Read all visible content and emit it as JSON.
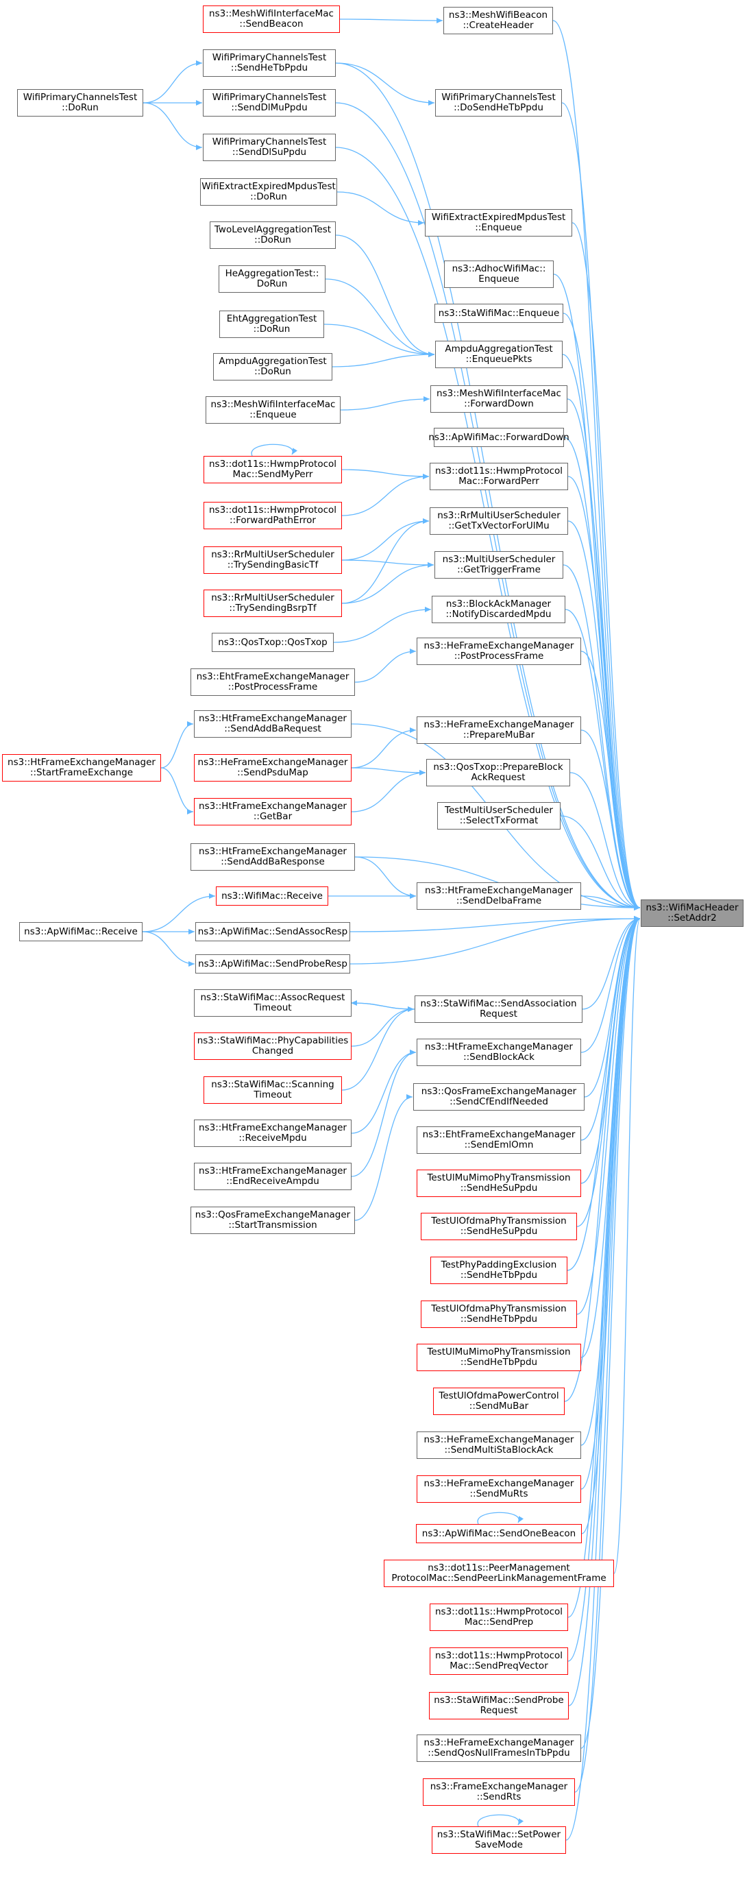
{
  "root": {
    "id": "root",
    "lines": [
      "ns3::WifiMacHeader",
      "::SetAddr2"
    ]
  },
  "nodes": [
    {
      "id": "n1",
      "lines": [
        "ns3::MeshWifiInterfaceMac",
        "::SendBeacon"
      ],
      "red": true
    },
    {
      "id": "n2",
      "lines": [
        "ns3::MeshWifiBeacon",
        "::CreateHeader"
      ],
      "red": false
    },
    {
      "id": "n3",
      "lines": [
        "WifiPrimaryChannelsTest",
        "::SendHeTbPpdu"
      ],
      "red": false
    },
    {
      "id": "n4",
      "lines": [
        "WifiPrimaryChannelsTest",
        "::DoSendHeTbPpdu"
      ],
      "red": false
    },
    {
      "id": "n5",
      "lines": [
        "WifiPrimaryChannelsTest",
        "::DoRun"
      ],
      "red": false
    },
    {
      "id": "n6",
      "lines": [
        "WifiPrimaryChannelsTest",
        "::SendDlMuPpdu"
      ],
      "red": false
    },
    {
      "id": "n7",
      "lines": [
        "WifiPrimaryChannelsTest",
        "::SendDlSuPpdu"
      ],
      "red": false
    },
    {
      "id": "n8",
      "lines": [
        "WifiExtractExpiredMpdusTest",
        "::DoRun"
      ],
      "red": false
    },
    {
      "id": "n9",
      "lines": [
        "WifiExtractExpiredMpdusTest",
        "::Enqueue"
      ],
      "red": false
    },
    {
      "id": "n10",
      "lines": [
        "TwoLevelAggregationTest",
        "::DoRun"
      ],
      "red": false
    },
    {
      "id": "n11",
      "lines": [
        "ns3::AdhocWifiMac::",
        "Enqueue"
      ],
      "red": false
    },
    {
      "id": "n12",
      "lines": [
        "HeAggregationTest::",
        "DoRun"
      ],
      "red": false
    },
    {
      "id": "n13",
      "lines": [
        "ns3::StaWifiMac::Enqueue"
      ],
      "red": false
    },
    {
      "id": "n14",
      "lines": [
        "EhtAggregationTest",
        "::DoRun"
      ],
      "red": false
    },
    {
      "id": "n15",
      "lines": [
        "AmpduAggregationTest",
        "::EnqueuePkts"
      ],
      "red": false
    },
    {
      "id": "n16",
      "lines": [
        "AmpduAggregationTest",
        "::DoRun"
      ],
      "red": false
    },
    {
      "id": "n17",
      "lines": [
        "ns3::MeshWifiInterfaceMac",
        "::Enqueue"
      ],
      "red": false
    },
    {
      "id": "n18",
      "lines": [
        "ns3::MeshWifiInterfaceMac",
        "::ForwardDown"
      ],
      "red": false
    },
    {
      "id": "n19",
      "lines": [
        "ns3::ApWifiMac::ForwardDown"
      ],
      "red": false
    },
    {
      "id": "n20",
      "lines": [
        "ns3::dot11s::HwmpProtocol",
        "Mac::SendMyPerr"
      ],
      "red": true
    },
    {
      "id": "n21",
      "lines": [
        "ns3::dot11s::HwmpProtocol",
        "Mac::ForwardPerr"
      ],
      "red": false
    },
    {
      "id": "n22",
      "lines": [
        "ns3::dot11s::HwmpProtocol",
        "::ForwardPathError"
      ],
      "red": true
    },
    {
      "id": "n23",
      "lines": [
        "ns3::RrMultiUserScheduler",
        "::GetTxVectorForUlMu"
      ],
      "red": false
    },
    {
      "id": "n24",
      "lines": [
        "ns3::RrMultiUserScheduler",
        "::TrySendingBasicTf"
      ],
      "red": true
    },
    {
      "id": "n25",
      "lines": [
        "ns3::MultiUserScheduler",
        "::GetTriggerFrame"
      ],
      "red": false
    },
    {
      "id": "n26",
      "lines": [
        "ns3::RrMultiUserScheduler",
        "::TrySendingBsrpTf"
      ],
      "red": true
    },
    {
      "id": "n27",
      "lines": [
        "ns3::BlockAckManager",
        "::NotifyDiscardedMpdu"
      ],
      "red": false
    },
    {
      "id": "n28",
      "lines": [
        "ns3::QosTxop::QosTxop"
      ],
      "red": false
    },
    {
      "id": "n29",
      "lines": [
        "ns3::HeFrameExchangeManager",
        "::PostProcessFrame"
      ],
      "red": false
    },
    {
      "id": "n30",
      "lines": [
        "ns3::EhtFrameExchangeManager",
        "::PostProcessFrame"
      ],
      "red": false
    },
    {
      "id": "n31",
      "lines": [
        "ns3::HtFrameExchangeManager",
        "::SendAddBaRequest"
      ],
      "red": false
    },
    {
      "id": "n32",
      "lines": [
        "ns3::HeFrameExchangeManager",
        "::PrepareMuBar"
      ],
      "red": false
    },
    {
      "id": "n33",
      "lines": [
        "ns3::HtFrameExchangeManager",
        "::StartFrameExchange"
      ],
      "red": true
    },
    {
      "id": "n34",
      "lines": [
        "ns3::HeFrameExchangeManager",
        "::SendPsduMap"
      ],
      "red": true
    },
    {
      "id": "n35",
      "lines": [
        "ns3::QosTxop::PrepareBlock",
        "AckRequest"
      ],
      "red": false
    },
    {
      "id": "n36",
      "lines": [
        "ns3::HtFrameExchangeManager",
        "::GetBar"
      ],
      "red": true
    },
    {
      "id": "n37",
      "lines": [
        "TestMultiUserScheduler",
        "::SelectTxFormat"
      ],
      "red": false
    },
    {
      "id": "n38",
      "lines": [
        "ns3::HtFrameExchangeManager",
        "::SendAddBaResponse"
      ],
      "red": false
    },
    {
      "id": "n39",
      "lines": [
        "ns3::WifiMac::Receive"
      ],
      "red": true
    },
    {
      "id": "n40",
      "lines": [
        "ns3::HtFrameExchangeManager",
        "::SendDelbaFrame"
      ],
      "red": false
    },
    {
      "id": "n41",
      "lines": [
        "ns3::ApWifiMac::Receive"
      ],
      "red": false
    },
    {
      "id": "n42",
      "lines": [
        "ns3::ApWifiMac::SendAssocResp"
      ],
      "red": false
    },
    {
      "id": "n43",
      "lines": [
        "ns3::ApWifiMac::SendProbeResp"
      ],
      "red": false
    },
    {
      "id": "n44",
      "lines": [
        "ns3::StaWifiMac::AssocRequest",
        "Timeout"
      ],
      "red": false
    },
    {
      "id": "n45",
      "lines": [
        "ns3::StaWifiMac::SendAssociation",
        "Request"
      ],
      "red": false
    },
    {
      "id": "n46",
      "lines": [
        "ns3::StaWifiMac::PhyCapabilities",
        "Changed"
      ],
      "red": true
    },
    {
      "id": "n47",
      "lines": [
        "ns3::HtFrameExchangeManager",
        "::SendBlockAck"
      ],
      "red": false
    },
    {
      "id": "n48",
      "lines": [
        "ns3::StaWifiMac::Scanning",
        "Timeout"
      ],
      "red": true
    },
    {
      "id": "n49",
      "lines": [
        "ns3::QosFrameExchangeManager",
        "::SendCfEndIfNeeded"
      ],
      "red": false
    },
    {
      "id": "n50",
      "lines": [
        "ns3::HtFrameExchangeManager",
        "::ReceiveMpdu"
      ],
      "red": false
    },
    {
      "id": "n51",
      "lines": [
        "ns3::EhtFrameExchangeManager",
        "::SendEmlOmn"
      ],
      "red": false
    },
    {
      "id": "n52",
      "lines": [
        "ns3::HtFrameExchangeManager",
        "::EndReceiveAmpdu"
      ],
      "red": false
    },
    {
      "id": "n53",
      "lines": [
        "TestUlMuMimoPhyTransmission",
        "::SendHeSuPpdu"
      ],
      "red": true
    },
    {
      "id": "n54",
      "lines": [
        "ns3::QosFrameExchangeManager",
        "::StartTransmission"
      ],
      "red": false
    },
    {
      "id": "n55",
      "lines": [
        "TestUlOfdmaPhyTransmission",
        "::SendHeSuPpdu"
      ],
      "red": true
    },
    {
      "id": "n56",
      "lines": [
        "TestPhyPaddingExclusion",
        "::SendHeTbPpdu"
      ],
      "red": true
    },
    {
      "id": "n57",
      "lines": [
        "TestUlOfdmaPhyTransmission",
        "::SendHeTbPpdu"
      ],
      "red": true
    },
    {
      "id": "n58",
      "lines": [
        "TestUlMuMimoPhyTransmission",
        "::SendHeTbPpdu"
      ],
      "red": true
    },
    {
      "id": "n59",
      "lines": [
        "TestUlOfdmaPowerControl",
        "::SendMuBar"
      ],
      "red": true
    },
    {
      "id": "n60",
      "lines": [
        "ns3::HeFrameExchangeManager",
        "::SendMultiStaBlockAck"
      ],
      "red": false
    },
    {
      "id": "n61",
      "lines": [
        "ns3::HeFrameExchangeManager",
        "::SendMuRts"
      ],
      "red": true
    },
    {
      "id": "n62",
      "lines": [
        "ns3::ApWifiMac::SendOneBeacon"
      ],
      "red": true
    },
    {
      "id": "n63",
      "lines": [
        "ns3::dot11s::PeerManagement",
        "ProtocolMac::SendPeerLinkManagementFrame"
      ],
      "red": true
    },
    {
      "id": "n64",
      "lines": [
        "ns3::dot11s::HwmpProtocol",
        "Mac::SendPrep"
      ],
      "red": true
    },
    {
      "id": "n65",
      "lines": [
        "ns3::dot11s::HwmpProtocol",
        "Mac::SendPreqVector"
      ],
      "red": true
    },
    {
      "id": "n66",
      "lines": [
        "ns3::StaWifiMac::SendProbe",
        "Request"
      ],
      "red": true
    },
    {
      "id": "n67",
      "lines": [
        "ns3::HeFrameExchangeManager",
        "::SendQosNullFramesInTbPpdu"
      ],
      "red": false
    },
    {
      "id": "n68",
      "lines": [
        "ns3::FrameExchangeManager",
        "::SendRts"
      ],
      "red": true
    },
    {
      "id": "n69",
      "lines": [
        "ns3::StaWifiMac::SetPower",
        "SaveMode"
      ],
      "red": true
    }
  ],
  "edges": [
    [
      "n1",
      "n2"
    ],
    [
      "n2",
      "root"
    ],
    [
      "n5",
      "n3"
    ],
    [
      "n5",
      "n6"
    ],
    [
      "n5",
      "n7"
    ],
    [
      "n3",
      "n4"
    ],
    [
      "n3",
      "root"
    ],
    [
      "n4",
      "root"
    ],
    [
      "n6",
      "root"
    ],
    [
      "n7",
      "root"
    ],
    [
      "n8",
      "n9"
    ],
    [
      "n9",
      "root"
    ],
    [
      "n10",
      "n15"
    ],
    [
      "n12",
      "n15"
    ],
    [
      "n14",
      "n15"
    ],
    [
      "n16",
      "n15"
    ],
    [
      "n11",
      "root"
    ],
    [
      "n13",
      "root"
    ],
    [
      "n15",
      "root"
    ],
    [
      "n17",
      "n18"
    ],
    [
      "n18",
      "root"
    ],
    [
      "n19",
      "root"
    ],
    [
      "n20",
      "n20"
    ],
    [
      "n20",
      "n21"
    ],
    [
      "n22",
      "n21"
    ],
    [
      "n21",
      "root"
    ],
    [
      "n24",
      "n23"
    ],
    [
      "n26",
      "n23"
    ],
    [
      "n24",
      "n25"
    ],
    [
      "n26",
      "n25"
    ],
    [
      "n23",
      "root"
    ],
    [
      "n25",
      "root"
    ],
    [
      "n28",
      "n27"
    ],
    [
      "n27",
      "root"
    ],
    [
      "n30",
      "n29"
    ],
    [
      "n29",
      "root"
    ],
    [
      "n31",
      "root"
    ],
    [
      "n33",
      "n31"
    ],
    [
      "n33",
      "n36"
    ],
    [
      "n34",
      "n32"
    ],
    [
      "n34",
      "n35"
    ],
    [
      "n36",
      "n35"
    ],
    [
      "n32",
      "root"
    ],
    [
      "n35",
      "root"
    ],
    [
      "n37",
      "root"
    ],
    [
      "n38",
      "root"
    ],
    [
      "n38",
      "n40"
    ],
    [
      "n41",
      "n39"
    ],
    [
      "n39",
      "n40"
    ],
    [
      "n40",
      "root"
    ],
    [
      "n41",
      "n42"
    ],
    [
      "n41",
      "n43"
    ],
    [
      "n42",
      "root"
    ],
    [
      "n43",
      "root"
    ],
    [
      "n45",
      "n44"
    ],
    [
      "n44",
      "n45"
    ],
    [
      "n46",
      "n45"
    ],
    [
      "n48",
      "n45"
    ],
    [
      "n45",
      "root"
    ],
    [
      "n50",
      "n47"
    ],
    [
      "n52",
      "n47"
    ],
    [
      "n54",
      "n49"
    ],
    [
      "n47",
      "root"
    ],
    [
      "n49",
      "root"
    ],
    [
      "n51",
      "root"
    ],
    [
      "n53",
      "root"
    ],
    [
      "n55",
      "root"
    ],
    [
      "n56",
      "root"
    ],
    [
      "n57",
      "root"
    ],
    [
      "n58",
      "root"
    ],
    [
      "n59",
      "root"
    ],
    [
      "n60",
      "root"
    ],
    [
      "n61",
      "root"
    ],
    [
      "n62",
      "n62"
    ],
    [
      "n62",
      "root"
    ],
    [
      "n63",
      "root"
    ],
    [
      "n64",
      "root"
    ],
    [
      "n65",
      "root"
    ],
    [
      "n66",
      "root"
    ],
    [
      "n67",
      "root"
    ],
    [
      "n68",
      "root"
    ],
    [
      "n69",
      "n69"
    ],
    [
      "n69",
      "root"
    ]
  ]
}
